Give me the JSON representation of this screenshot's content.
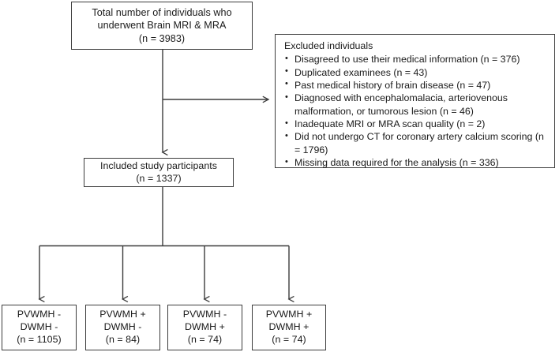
{
  "diagram": {
    "type": "flowchart",
    "title": "Study participant selection flow diagram",
    "stroke_color": "#3c3c3c",
    "background_color": "#ffffff",
    "text_color": "#1a1a1a"
  },
  "nodes": {
    "total": {
      "label": "Total number of individuals who\nunderwent Brain MRI & MRA\n(n = 3983)",
      "n": 3983
    },
    "excluded": {
      "title": "Excluded individuals",
      "bullet_glyph": "•",
      "items": [
        {
          "text": "Disagreed to use their medical information (n = 376)",
          "n": 376
        },
        {
          "text": "Duplicated examinees (n = 43)",
          "n": 43
        },
        {
          "text": "Past medical history of brain disease (n = 47)",
          "n": 47
        },
        {
          "text": "Diagnosed with encephalomalacia, arteriovenous malformation, or tumorous lesion (n = 46)",
          "n": 46
        },
        {
          "text": "Inadequate MRI or MRA scan quality (n = 2)",
          "n": 2
        },
        {
          "text": "Did not undergo CT for coronary artery calcium scoring (n = 1796)",
          "n": 1796
        },
        {
          "text": "Missing data required for the analysis (n = 336)",
          "n": 336
        }
      ]
    },
    "included": {
      "label": "Included study participants\n(n = 1337)",
      "n": 1337
    },
    "leaves": [
      {
        "label": "PVWMH -\nDWMH -\n(n = 1105)",
        "pvwmh": "-",
        "dwmh": "-",
        "n": 1105
      },
      {
        "label": "PVWMH +\nDWMH -\n(n = 84)",
        "pvwmh": "+",
        "dwmh": "-",
        "n": 84
      },
      {
        "label": "PVWMH -\nDWMH +\n(n = 74)",
        "pvwmh": "-",
        "dwmh": "+",
        "n": 74
      },
      {
        "label": "PVWMH +\nDWMH +\n(n = 74)",
        "pvwmh": "+",
        "dwmh": "+",
        "n": 74
      }
    ]
  }
}
